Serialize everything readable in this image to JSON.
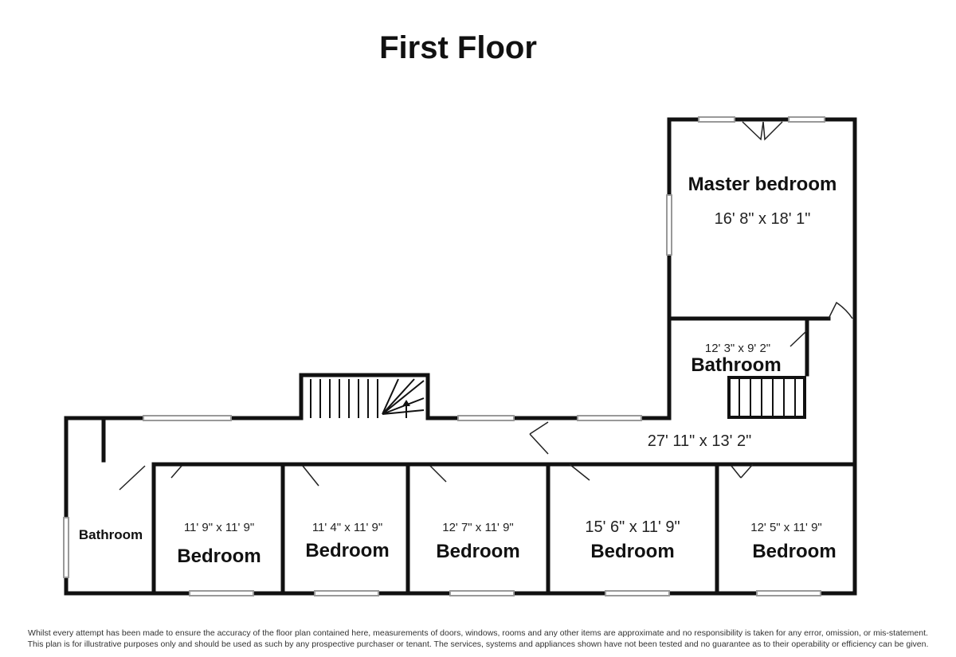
{
  "title": "First Floor",
  "rooms": {
    "master": {
      "name": "Master bedroom",
      "dims": "16' 8\" x 18' 1\""
    },
    "ensuite": {
      "name": "Bathroom",
      "dims": "12' 3\" x 9' 2\""
    },
    "landing": {
      "dims": "27' 11\" x 13' 2\""
    },
    "bathroom": {
      "name": "Bathroom"
    },
    "bed1": {
      "name": "Bedroom",
      "dims": "11' 9\" x 11' 9\""
    },
    "bed2": {
      "name": "Bedroom",
      "dims": "11' 4\" x 11' 9\""
    },
    "bed3": {
      "name": "Bedroom",
      "dims": "12' 7\" x 11' 9\""
    },
    "bed4": {
      "name": "Bedroom",
      "dims": "15' 6\" x 11' 9\""
    },
    "bed5": {
      "name": "Bedroom",
      "dims": "12' 5\" x 11' 9\""
    }
  },
  "disclaimer": [
    "Whilst every attempt has been made to ensure the accuracy of the floor plan contained here, measurements of doors, windows, rooms and any other items are approximate and no responsibility is taken for any error, omission, or mis-statement.",
    "This plan is for illustrative purposes only and should be used as such by any prospective purchaser or tenant. The services, systems and appliances shown have not been tested and no guarantee as to their operability or efficiency can be given."
  ]
}
